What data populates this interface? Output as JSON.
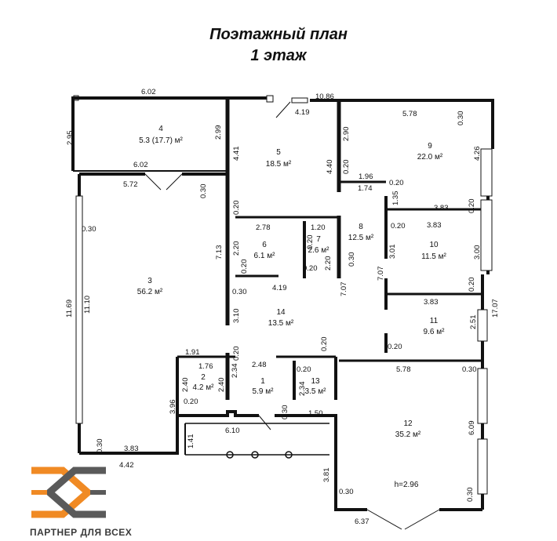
{
  "title": {
    "line1": "Поэтажный план",
    "line2": "1 этаж"
  },
  "rooms": [
    {
      "id": "4",
      "number": "4",
      "area": "5.3 (17.7) м²"
    },
    {
      "id": "5",
      "number": "5",
      "area": "18.5 м²"
    },
    {
      "id": "9",
      "number": "9",
      "area": "22.0 м²"
    },
    {
      "id": "8",
      "number": "8",
      "area": "12.5 м²"
    },
    {
      "id": "10",
      "number": "10",
      "area": "11.5 м²"
    },
    {
      "id": "6",
      "number": "6",
      "area": "6.1 м²"
    },
    {
      "id": "7",
      "number": "7",
      "area": "2.6 м²"
    },
    {
      "id": "3",
      "number": "3",
      "area": "56.2 м²"
    },
    {
      "id": "14",
      "number": "14",
      "area": "13.5 м²"
    },
    {
      "id": "11",
      "number": "11",
      "area": "9.6 м²"
    },
    {
      "id": "2",
      "number": "2",
      "area": "4.2 м²"
    },
    {
      "id": "1",
      "number": "1",
      "area": "5.9 м²"
    },
    {
      "id": "13",
      "number": "13",
      "area": "3.5 м²"
    },
    {
      "id": "12",
      "number": "12",
      "area": "35.2 м²"
    }
  ],
  "ceiling_height": "h=2.96",
  "dimensions": [
    "6.02",
    "2.95",
    "10.86",
    "4.19",
    "5.78",
    "0.30",
    "2.99",
    "4.41",
    "2.90",
    "4.26",
    "6.02",
    "5.72",
    "0.30",
    "4.40",
    "0.20",
    "1.96",
    "0.20",
    "1.74",
    "1.35",
    "0.20",
    "0.30",
    "2.78",
    "1.20",
    "3.83",
    "0.20",
    "3.83",
    "0.20",
    "2.20",
    "0.20",
    "2.20",
    "0.30",
    "3.01",
    "3.00",
    "7.13",
    "0.20",
    "0.20",
    "4.19",
    "7.07",
    "7.07",
    "0.20",
    "0.30",
    "11.69",
    "11.10",
    "3.10",
    "3.83",
    "17.07",
    "2.51",
    "0.20",
    "1.91",
    "0.20",
    "0.20",
    "1.76",
    "2.48",
    "0.20",
    "5.78",
    "0.30",
    "2.40",
    "2.40",
    "2.34",
    "2.34",
    "3.96",
    "0.20",
    "0.30",
    "1.50",
    "6.10",
    "1.41",
    "0.30",
    "3.83",
    "4.42",
    "6.09",
    "3.81",
    "0.30",
    "0.30",
    "6.37"
  ],
  "brand": {
    "name": "ПАРТНЕР ДЛЯ ВСЕХ",
    "orange": "#f08a24",
    "gray": "#5a5a5a"
  }
}
